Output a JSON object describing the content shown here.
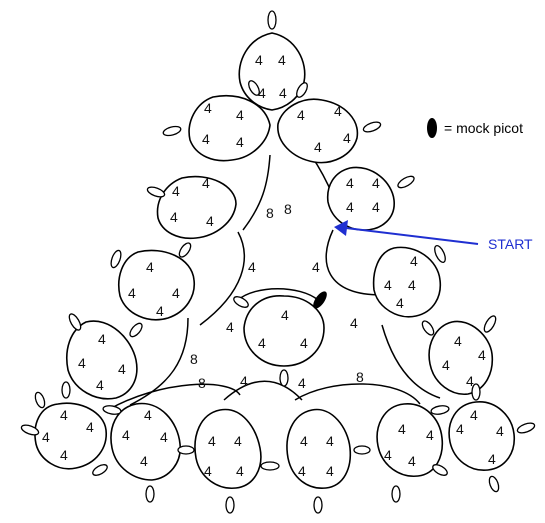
{
  "legend": {
    "text": "= mock picot",
    "symbol": "mock-picot"
  },
  "start_label": "START",
  "colors": {
    "ink": "#000000",
    "start_arrow": "#1f2fd1",
    "background": "#ffffff"
  },
  "rings": [
    {
      "id": "top-ring",
      "counts": [
        "4",
        "4",
        "4",
        "4"
      ]
    },
    {
      "id": "upper-left-ring",
      "counts": [
        "4",
        "4",
        "4",
        "4"
      ]
    },
    {
      "id": "upper-right-ring",
      "counts": [
        "4",
        "4",
        "4",
        "4"
      ]
    },
    {
      "id": "left-ring-2",
      "counts": [
        "4",
        "4",
        "4",
        "4"
      ]
    },
    {
      "id": "right-ring-2",
      "counts": [
        "4",
        "4",
        "4",
        "4"
      ]
    },
    {
      "id": "left-ring-3",
      "counts": [
        "4",
        "4",
        "4",
        "4"
      ]
    },
    {
      "id": "right-ring-3",
      "counts": [
        "4",
        "4",
        "4",
        "4"
      ]
    },
    {
      "id": "left-ring-4",
      "counts": [
        "4",
        "4",
        "4",
        "4"
      ]
    },
    {
      "id": "right-ring-4",
      "counts": [
        "4",
        "4",
        "4",
        "4"
      ]
    },
    {
      "id": "center-ring",
      "counts": [
        "4",
        "4",
        "4"
      ]
    },
    {
      "id": "bottom-ring-1",
      "counts": [
        "4",
        "4",
        "4",
        "4"
      ]
    },
    {
      "id": "bottom-ring-2",
      "counts": [
        "4",
        "4",
        "4",
        "4"
      ]
    },
    {
      "id": "bottom-ring-3",
      "counts": [
        "4",
        "4",
        "4",
        "4"
      ]
    },
    {
      "id": "bottom-ring-4",
      "counts": [
        "4",
        "4",
        "4",
        "4"
      ]
    },
    {
      "id": "bottom-ring-5",
      "counts": [
        "4",
        "4",
        "4",
        "4"
      ]
    },
    {
      "id": "bottom-ring-6",
      "counts": [
        "4",
        "4",
        "4",
        "4"
      ]
    }
  ],
  "chain_counts": [
    "8",
    "8",
    "4",
    "4",
    "4",
    "4",
    "8",
    "8",
    "4",
    "4",
    "8"
  ]
}
